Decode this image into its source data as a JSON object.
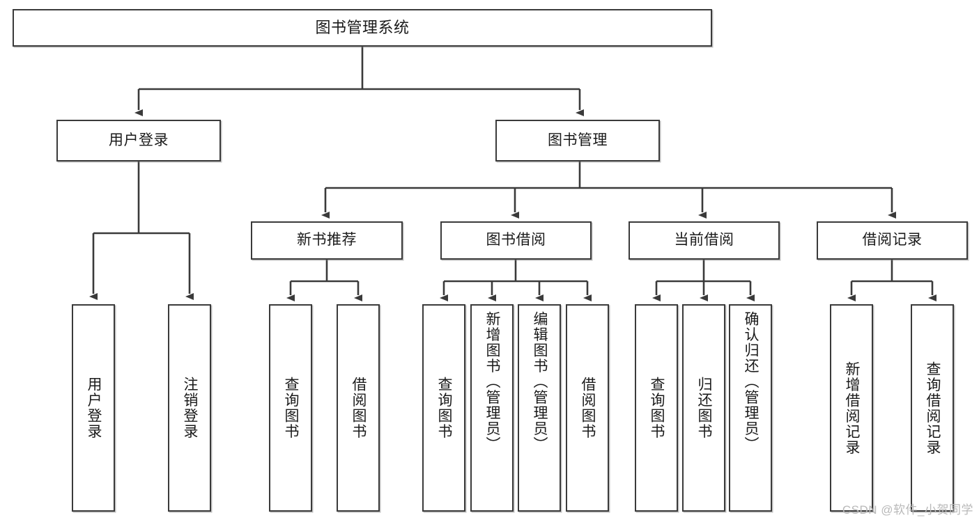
{
  "diagram": {
    "title": "图书管理系统",
    "type": "tree-hierarchy-diagram",
    "stroke_color": "#3a3a3a",
    "fill_color": "#ffffff",
    "text_color": "#1a1a1a",
    "root": {
      "label": "图书管理系统"
    },
    "level2": [
      {
        "label": "用户登录"
      },
      {
        "label": "图书管理"
      }
    ],
    "level3": [
      {
        "label": "新书推荐"
      },
      {
        "label": "图书借阅"
      },
      {
        "label": "当前借阅"
      },
      {
        "label": "借阅记录"
      }
    ],
    "leaves": {
      "user_login": [
        {
          "label": "用户登录"
        },
        {
          "label": "注销登录"
        }
      ],
      "new_book_recommend": [
        {
          "label": "查询图书"
        },
        {
          "label": "借阅图书"
        }
      ],
      "book_borrow": [
        {
          "label": "查询图书"
        },
        {
          "label": "新增图书（管理员）"
        },
        {
          "label": "编辑图书（管理员）"
        },
        {
          "label": "借阅图书"
        }
      ],
      "current_borrow": [
        {
          "label": "查询图书"
        },
        {
          "label": "归还图书"
        },
        {
          "label": "确认归还（管理员）"
        }
      ],
      "borrow_record": [
        {
          "label": "新增借阅记录"
        },
        {
          "label": "查询借阅记录"
        }
      ]
    }
  },
  "watermark": {
    "text": "CSDN @软件_小贺同学"
  }
}
